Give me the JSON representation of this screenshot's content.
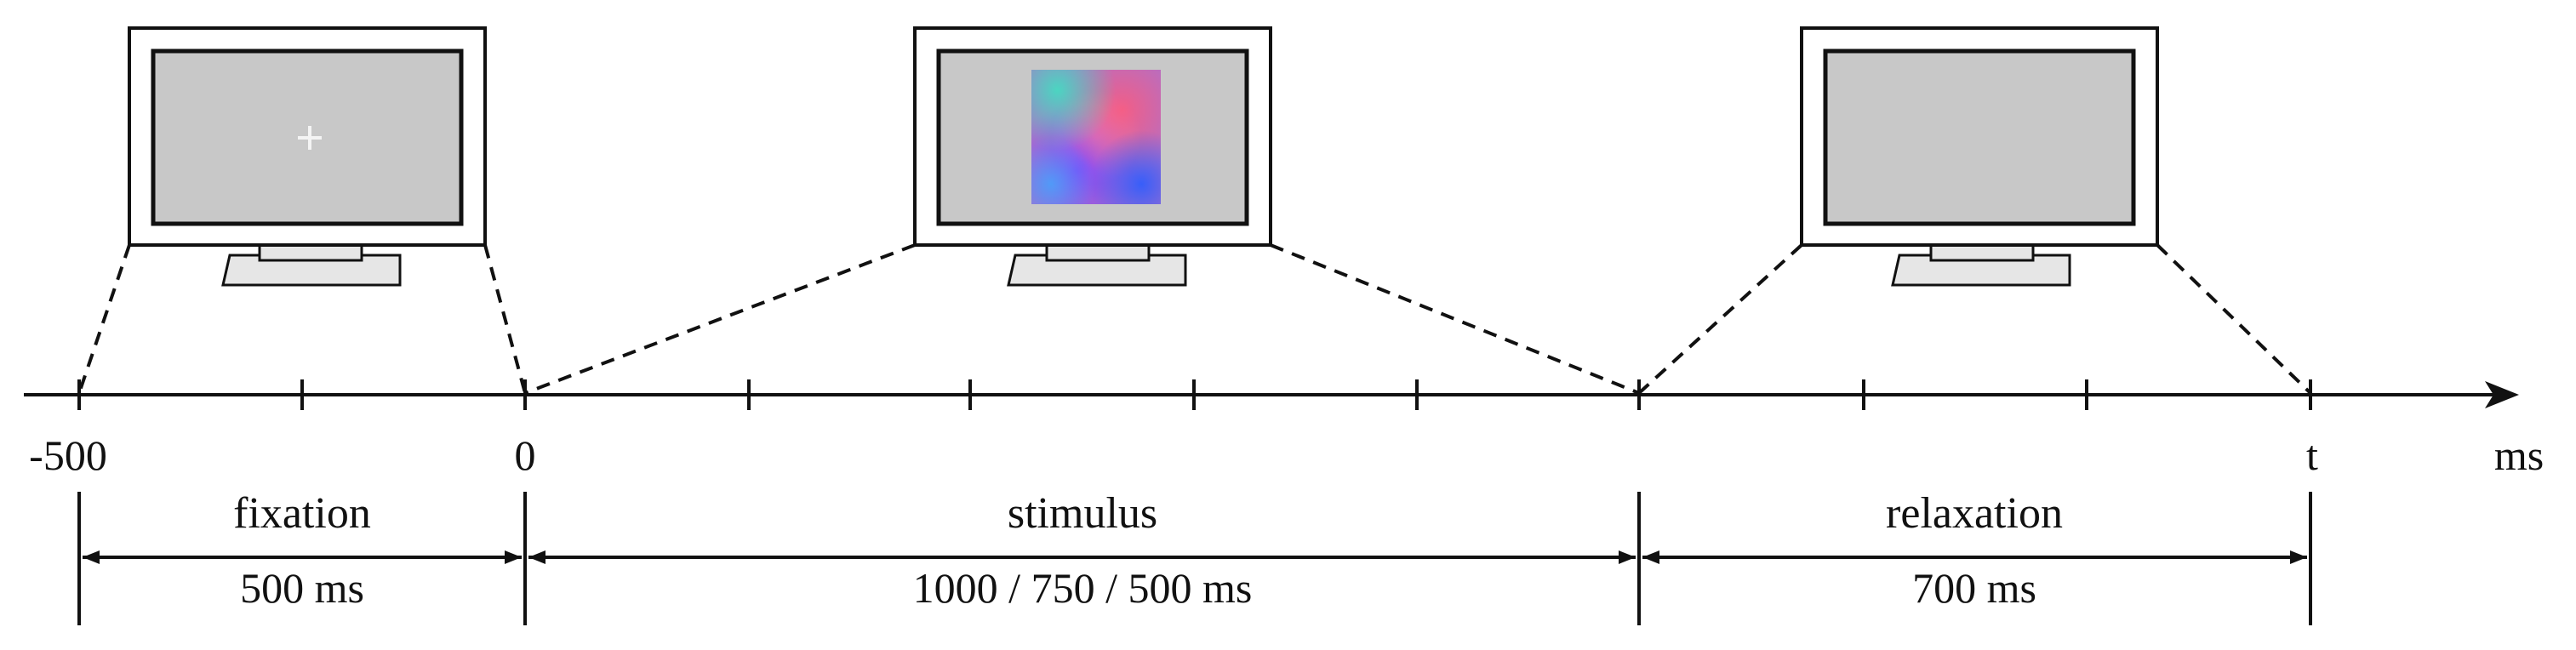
{
  "timeline": {
    "start_label": "-500",
    "zero_label": "0",
    "end_label": "t",
    "unit_label": "ms"
  },
  "phases": [
    {
      "name": "fixation",
      "duration": "500 ms",
      "screen": "fixation-cross"
    },
    {
      "name": "stimulus",
      "duration": "1000 / 750 / 500 ms",
      "screen": "noise-image"
    },
    {
      "name": "relaxation",
      "duration": "700 ms",
      "screen": "blank"
    }
  ],
  "colors": {
    "line": "#111111",
    "screen": "#c8c8c8",
    "bezel": "#ffffff",
    "cross": "#f2f2f2",
    "stand": "#e6e6e6"
  }
}
